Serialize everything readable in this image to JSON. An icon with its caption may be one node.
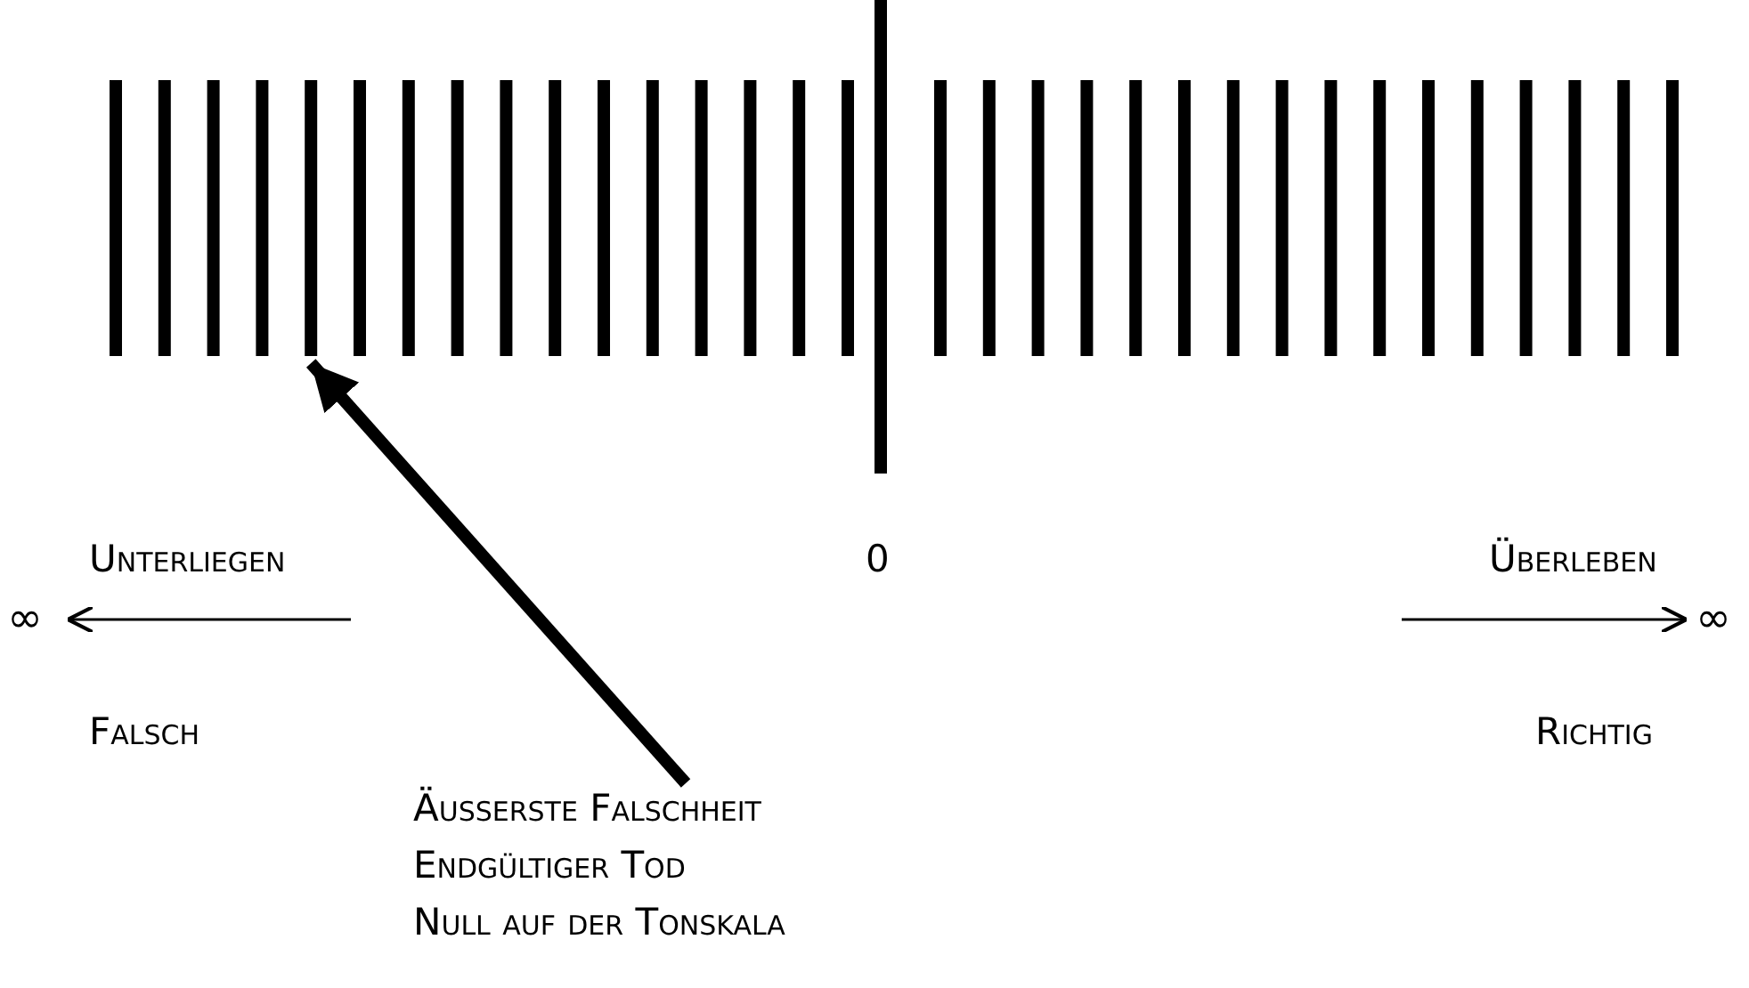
{
  "diagram": {
    "nodes": [
      {
        "text": [
          "Äusserste Falschheit",
          "Endgültiger Tod",
          "Null auf der Tonskala"
        ]
      },
      {
        "text": [],
        "shape": "bar"
      }
    ],
    "edges": [
      {
        "from": 0,
        "to": 1,
        "arrow": "to"
      }
    ],
    "labels": [
      "Unterliegen",
      "0",
      "Überleben",
      "∞",
      "∞",
      "Falsch",
      "Richtig"
    ]
  }
}
